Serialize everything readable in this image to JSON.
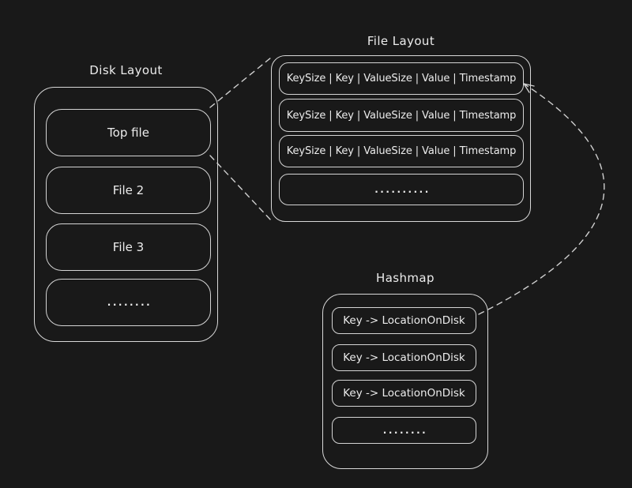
{
  "diagram": {
    "colors": {
      "background": "#191919",
      "stroke": "#d8d8d8",
      "text": "#ececec"
    },
    "disk_layout": {
      "title": "Disk Layout",
      "rows": [
        "Top file",
        "File 2",
        "File 3",
        "........"
      ]
    },
    "file_layout": {
      "title": "File Layout",
      "rows": [
        "KeySize | Key | ValueSize | Value | Timestamp",
        "KeySize | Key | ValueSize | Value | Timestamp",
        "KeySize | Key | ValueSize | Value | Timestamp",
        ".........."
      ]
    },
    "hashmap": {
      "title": "Hashmap",
      "rows": [
        "Key -> LocationOnDisk",
        "Key -> LocationOnDisk",
        "Key -> LocationOnDisk",
        "........"
      ]
    }
  }
}
